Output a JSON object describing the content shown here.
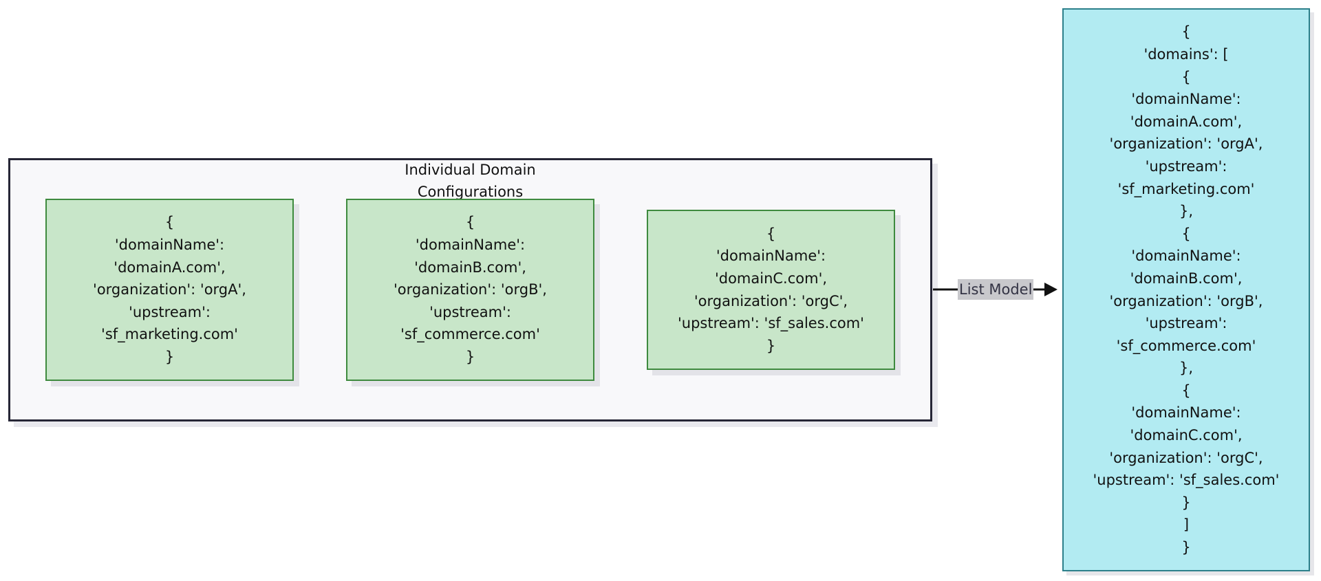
{
  "cluster": {
    "title_lines": [
      "Individual Domain",
      "Configurations"
    ]
  },
  "nodes": {
    "domainA": [
      "{",
      "'domainName':",
      "'domainA.com',",
      "'organization': 'orgA',",
      "'upstream':",
      "'sf_marketing.com'",
      "}"
    ],
    "domainB": [
      "{",
      "'domainName':",
      "'domainB.com',",
      "'organization': 'orgB',",
      "'upstream':",
      "'sf_commerce.com'",
      "}"
    ],
    "domainC": [
      "{",
      "'domainName':",
      "'domainC.com',",
      "'organization': 'orgC',",
      "'upstream': 'sf_sales.com'",
      "}"
    ]
  },
  "edge": {
    "label": "List Model"
  },
  "list_model": {
    "lines": [
      "{",
      "'domains': [",
      "{",
      "'domainName':",
      "'domainA.com',",
      "'organization': 'orgA',",
      "'upstream':",
      "'sf_marketing.com'",
      "},",
      "{",
      "'domainName':",
      "'domainB.com',",
      "'organization': 'orgB',",
      "'upstream':",
      "'sf_commerce.com'",
      "},",
      "{",
      "'domainName':",
      "'domainC.com',",
      "'organization': 'orgC',",
      "'upstream': 'sf_sales.com'",
      "}",
      "]",
      "}"
    ]
  },
  "colors": {
    "cluster_fill": "#f8f8fa",
    "cluster_border": "#262636",
    "node_fill": "#c8e6c9",
    "node_border": "#3e8a3e",
    "list_fill": "#b2ebf2",
    "list_border": "#2c7f8a",
    "edge": "#111111",
    "edge_label_bg": "#c8c8cc"
  }
}
